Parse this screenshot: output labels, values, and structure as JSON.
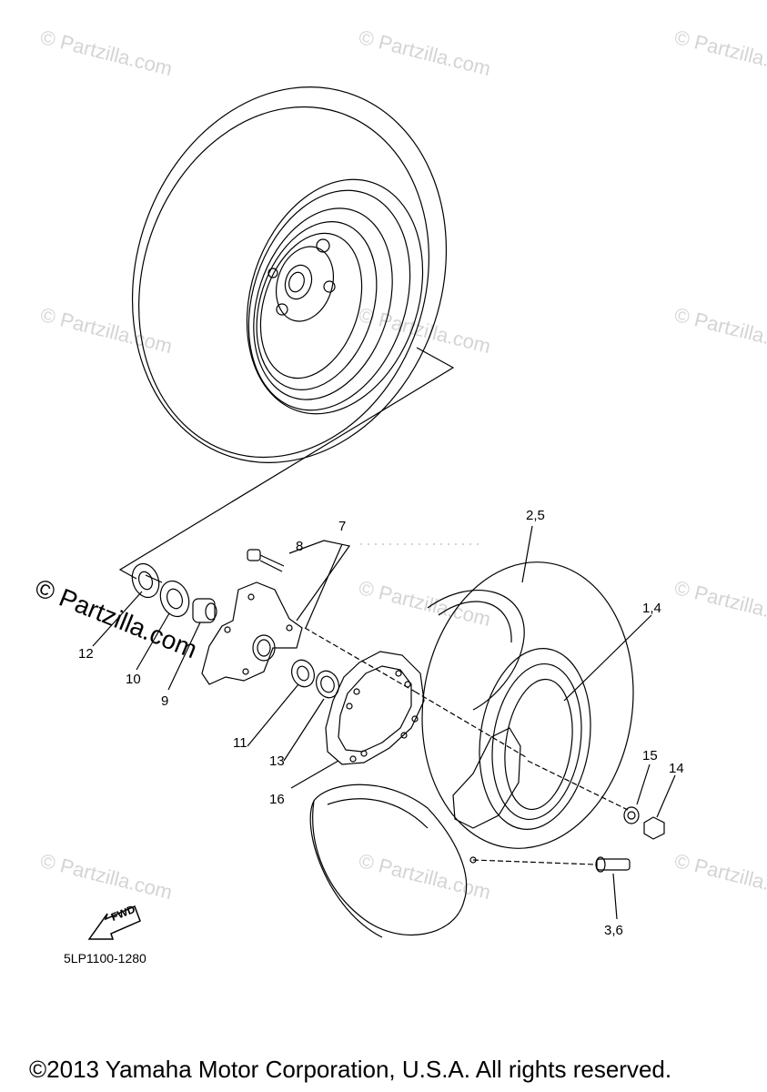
{
  "callouts": [
    {
      "id": "c1",
      "text": "7"
    },
    {
      "id": "c2",
      "text": "8"
    },
    {
      "id": "c3",
      "text": "2,5"
    },
    {
      "id": "c4",
      "text": "1,4"
    },
    {
      "id": "c5",
      "text": "12"
    },
    {
      "id": "c6",
      "text": "10"
    },
    {
      "id": "c7",
      "text": "9"
    },
    {
      "id": "c8",
      "text": "11"
    },
    {
      "id": "c9",
      "text": "13"
    },
    {
      "id": "c10",
      "text": "16"
    },
    {
      "id": "c11",
      "text": "15"
    },
    {
      "id": "c12",
      "text": "14"
    },
    {
      "id": "c13",
      "text": "3,6"
    }
  ],
  "diagram_code": "5LP1100-1280",
  "fwd_label": "FWD",
  "watermark": "© Partzilla.com",
  "copyright": "©2013 Yamaha Motor Corporation, U.S.A. All rights reserved."
}
